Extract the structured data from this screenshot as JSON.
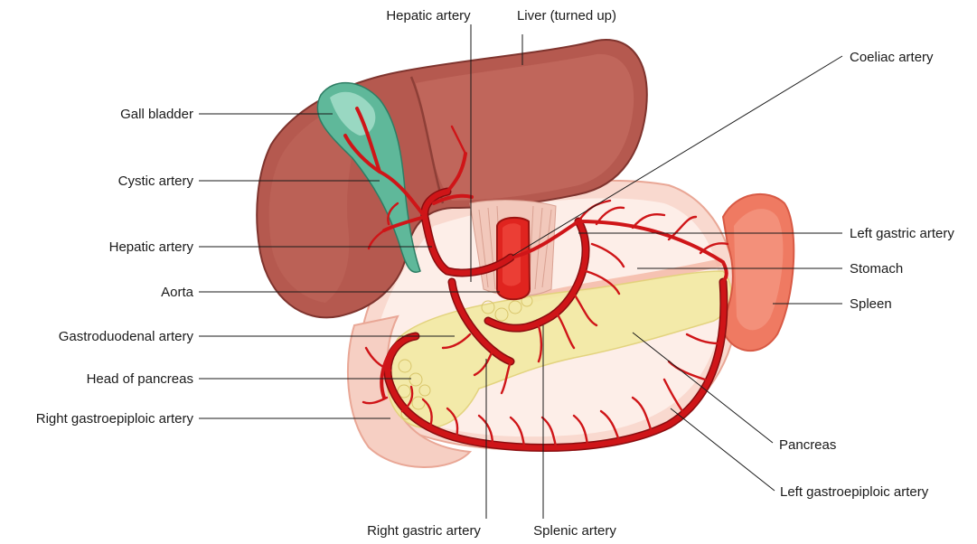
{
  "labels": {
    "hepatic_artery_top": "Hepatic artery",
    "liver": "Liver (turned up)",
    "coeliac_artery": "Coeliac artery",
    "gall_bladder": "Gall bladder",
    "cystic_artery": "Cystic artery",
    "hepatic_artery_left": "Hepatic artery",
    "aorta": "Aorta",
    "gastroduodenal_artery": "Gastroduodenal artery",
    "head_of_pancreas": "Head of pancreas",
    "right_gastroepiploic_artery": "Right gastroepiploic artery",
    "left_gastric_artery": "Left gastric artery",
    "stomach": "Stomach",
    "spleen": "Spleen",
    "pancreas": "Pancreas",
    "left_gastroepiploic_artery": "Left gastroepiploic artery",
    "right_gastric_artery": "Right gastric artery",
    "splenic_artery": "Splenic artery"
  },
  "colors": {
    "liver": "#b5594f",
    "liver_dark": "#8e3f37",
    "gall_bladder": "#5fb89a",
    "stomach": "#fbe3dc",
    "stomach_rim": "#f3bfb3",
    "pancreas": "#f3eaa6",
    "spleen": "#ef7a62",
    "artery": "#cf1518",
    "aorta": "#e0241f"
  }
}
